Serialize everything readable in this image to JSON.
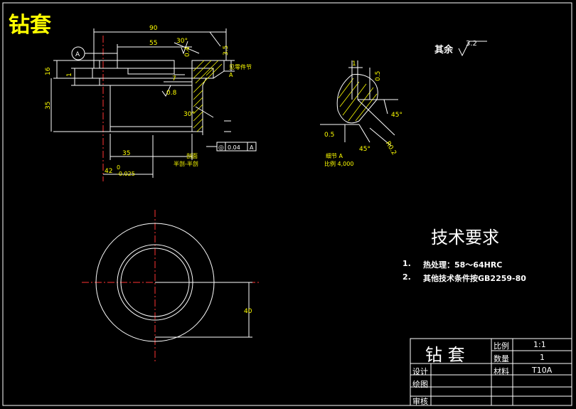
{
  "drawing": {
    "title": "钻套",
    "other_roughness_label": "其余",
    "other_roughness_value": "3.2"
  },
  "main_view": {
    "dims": {
      "d90": "90",
      "d55": "55",
      "d30a": "30°",
      "d35_r": "3.5",
      "d16": "16",
      "d1": "1",
      "d35_l": "35",
      "d7": "7",
      "d04": "0.4",
      "d08": "0.8",
      "d30b": "30°",
      "d35_b": "35",
      "d42": "42",
      "d42_tol_top": "0",
      "d42_tol_bot": "-0.025"
    },
    "datum": "A",
    "notes": {
      "top_right": "见零件节",
      "top_right_ref": "A",
      "section_label": "剖面",
      "section_sub": "半剖-半剖"
    },
    "tolerance_frame": {
      "symbol": "◎",
      "value": "0.04",
      "datum": "A"
    }
  },
  "detail_view": {
    "d1": "1",
    "d05_top": "0.5",
    "d45_right": "45°",
    "d05_left": "0.5",
    "d45_bottom": "45°",
    "r02": "R0.2",
    "label": "细节 A",
    "scale": "比例 4,000"
  },
  "bottom_view": {
    "dim40": "40"
  },
  "requirements": {
    "title": "技术要求",
    "items": [
      {
        "num": "1.",
        "text": "热处理：58～64HRC"
      },
      {
        "num": "2.",
        "text": "其他技术条件按GB2259-80"
      }
    ]
  },
  "title_block": {
    "name": "钻  套",
    "scale_label": "比例",
    "scale_value": "1:1",
    "qty_label": "数量",
    "qty_value": "1",
    "material_label": "材料",
    "material_value": "T10A",
    "design_label": "设计",
    "draw_label": "绘图",
    "review_label": "审核"
  }
}
